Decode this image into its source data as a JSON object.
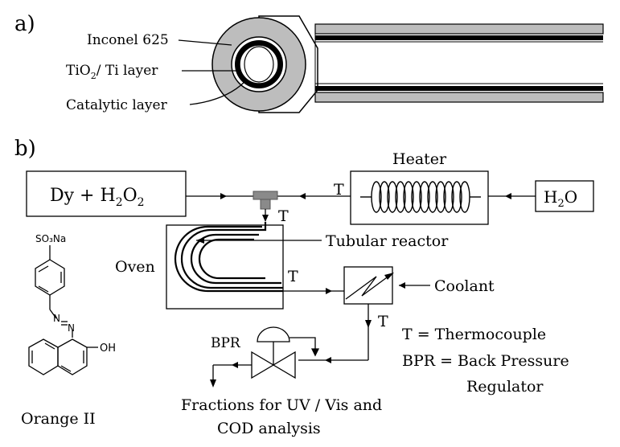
{
  "panel_a": {
    "tag": "a)",
    "labels": {
      "inconel": "Inconel 625",
      "tio2_main": "TiO",
      "tio2_sub": "2",
      "tio2_rest": "/ Ti layer",
      "catalytic": "Catalytic layer"
    }
  },
  "panel_b": {
    "tag": "b)",
    "dy_box": {
      "main": "Dy + H",
      "sub1": "2",
      "mid": "O",
      "sub2": "2"
    },
    "heater": "Heater",
    "h2o": {
      "main": "H",
      "sub": "2",
      "rest": "O"
    },
    "oven": "Oven",
    "tubular_reactor": "Tubular reactor",
    "coolant": "Coolant",
    "bpr": "BPR",
    "thermocouple_marks": [
      "T",
      "T",
      "T",
      "T"
    ],
    "legend": {
      "line1": "T = Thermocouple",
      "line2": "BPR = Back Pressure",
      "line3": "Regulator"
    },
    "fractions": {
      "line1": "Fractions for UV / Vis and",
      "line2": "COD analysis"
    },
    "molecule": {
      "name": "Orange II",
      "so3na": "SO₃Na",
      "oh": "OH",
      "n1": "N",
      "n2": "N"
    }
  }
}
